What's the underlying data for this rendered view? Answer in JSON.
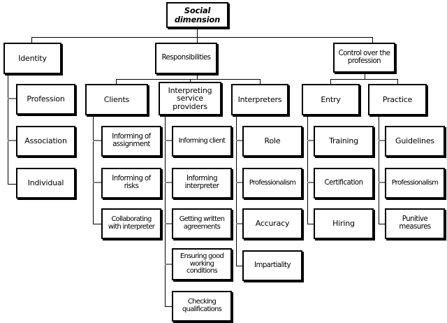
{
  "diagram": {
    "title": "Social dimension",
    "type": "hierarchical-tree",
    "root": {
      "id": "root",
      "label": "Social\ndimension"
    },
    "level2": [
      {
        "id": "identity",
        "label": "Identity"
      },
      {
        "id": "responsibilities",
        "label": "Responsibilities"
      },
      {
        "id": "control",
        "label": "Control over the\nprofession"
      }
    ],
    "level3": [
      {
        "id": "clients",
        "label": "Clients",
        "parent": "responsibilities"
      },
      {
        "id": "isp",
        "label": "Interpreting\nservice\nproviders",
        "parent": "responsibilities"
      },
      {
        "id": "interpreters",
        "label": "Interpreters",
        "parent": "responsibilities"
      },
      {
        "id": "entry",
        "label": "Entry",
        "parent": "control"
      },
      {
        "id": "practice",
        "label": "Practice",
        "parent": "control"
      }
    ],
    "leaves": {
      "identity": [
        {
          "id": "profession",
          "label": "Profession"
        },
        {
          "id": "association",
          "label": "Association"
        },
        {
          "id": "individual",
          "label": "Individual"
        }
      ],
      "clients": [
        {
          "id": "informing-assignment",
          "label": "Informing of\nassignment"
        },
        {
          "id": "informing-risks",
          "label": "Informing of\nrisks"
        },
        {
          "id": "collaborating",
          "label": "Collaborating\nwith interpreter"
        }
      ],
      "isp": [
        {
          "id": "informing-client",
          "label": "Informing client"
        },
        {
          "id": "informing-interpreter",
          "label": "Informing\ninterpreter"
        },
        {
          "id": "getting-agreements",
          "label": "Getting written\nagreements"
        },
        {
          "id": "ensuring-conditions",
          "label": "Ensuring good\nworking\nconditions"
        },
        {
          "id": "checking-qualifications",
          "label": "Checking\nqualifications"
        }
      ],
      "interpreters": [
        {
          "id": "role",
          "label": "Role"
        },
        {
          "id": "professionalism-i",
          "label": "Professionalism"
        },
        {
          "id": "accuracy",
          "label": "Accuracy"
        },
        {
          "id": "impartiality",
          "label": "Impartiality"
        }
      ],
      "entry": [
        {
          "id": "training",
          "label": "Training"
        },
        {
          "id": "certification",
          "label": "Certification"
        },
        {
          "id": "hiring",
          "label": "Hiring"
        }
      ],
      "practice": [
        {
          "id": "guidelines",
          "label": "Guidelines"
        },
        {
          "id": "professionalism-p",
          "label": "Professionalism"
        },
        {
          "id": "punitive",
          "label": "Punitive\nmeasures"
        }
      ]
    },
    "colors": {
      "box_border": "#000000",
      "box_fill": "#ffffff",
      "connector": "#000000",
      "stub": "#808080",
      "background": "#ffffff"
    }
  }
}
